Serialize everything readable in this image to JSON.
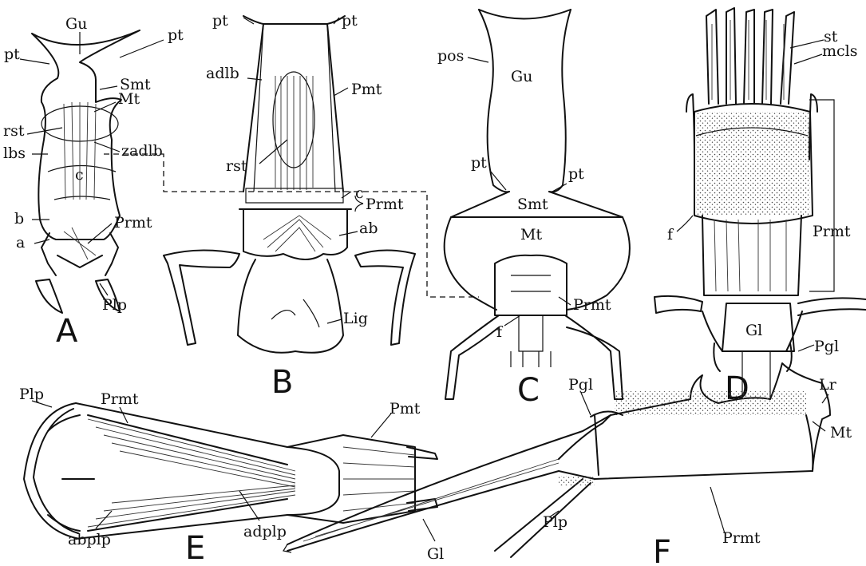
{
  "figures": [
    {
      "id": "A",
      "letter": "A",
      "labels": [
        "Gu",
        "pt",
        "pt",
        "Smt",
        "Mt",
        "rst",
        "zadlb",
        "lbs",
        "c",
        "b",
        "a",
        "Prmt",
        "Plp"
      ]
    },
    {
      "id": "B",
      "letter": "B",
      "labels": [
        "pt",
        "pt",
        "adlb",
        "Pmt",
        "rst",
        "c",
        "Prmt",
        "ab",
        "Lig"
      ]
    },
    {
      "id": "C",
      "letter": "C",
      "labels": [
        "pos",
        "Gu",
        "pt",
        "pt",
        "Smt",
        "Mt",
        "f",
        "Prmt"
      ]
    },
    {
      "id": "D",
      "letter": "D",
      "labels": [
        "st",
        "mcls",
        "f",
        "Prmt",
        "Gl",
        "Pgl"
      ]
    },
    {
      "id": "E",
      "letter": "E",
      "labels": [
        "Plp",
        "Prmt",
        "Pmt",
        "adplp",
        "abplp"
      ]
    },
    {
      "id": "F",
      "letter": "F",
      "labels": [
        "Pgl",
        "Lr",
        "Mt",
        "Prmt",
        "Gl",
        "Plp"
      ]
    }
  ]
}
